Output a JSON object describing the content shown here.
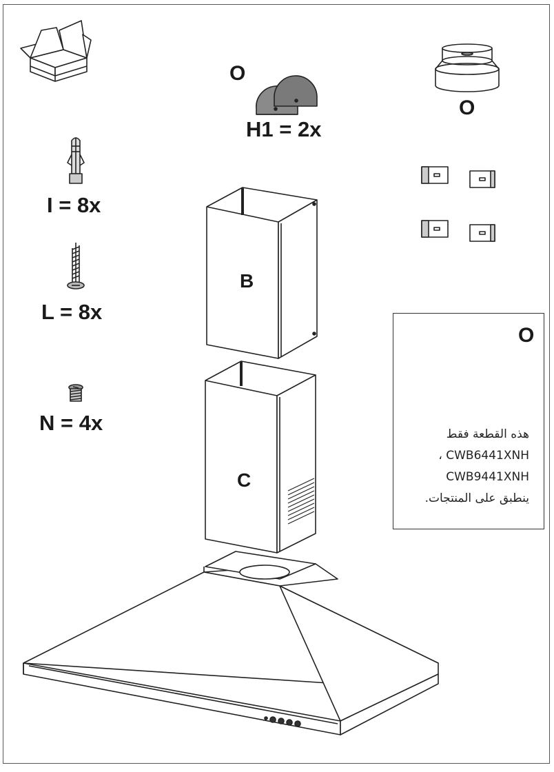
{
  "labels": {
    "top_center_letter": "O",
    "part_h1_qty": "H1 = 2x",
    "top_right_letter": "O",
    "part_i_qty": "I = 8x",
    "part_l_qty": "L = 8x",
    "part_n_qty": "N = 4x",
    "chimney_upper": "B",
    "chimney_lower": "C",
    "note_letter": "O"
  },
  "note": {
    "line1": "هذه القطعة فقط",
    "line2": "، CWB6441XNH",
    "line3": "CWB9441XNH",
    "line4": "ينطبق على المنتجات."
  }
}
